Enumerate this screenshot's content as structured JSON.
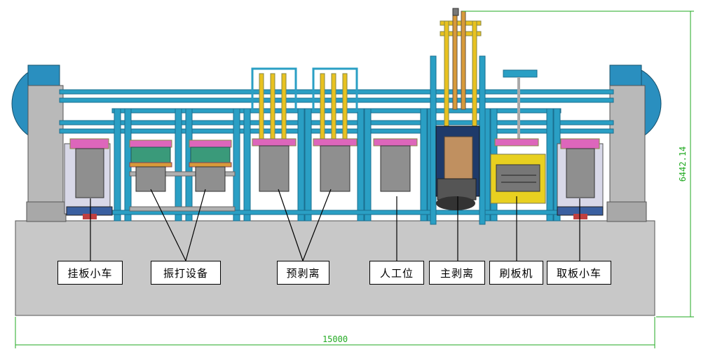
{
  "labels": {
    "hang_cart": "挂板小车",
    "vibrator": "振打设备",
    "pre_strip": "预剥离",
    "manual": "人工位",
    "main_strip": "主剥离",
    "brush": "刷板机",
    "take_cart": "取板小车"
  },
  "dimensions": {
    "width": "15000",
    "height": "6442.14"
  },
  "colors": {
    "frame": "#2a9fc4",
    "frame_dark": "#1a6f8f",
    "base": "#c8c8c8",
    "cathode": "#dd66bb",
    "plate": "#8f8f8f",
    "yellow": "#e8c220",
    "orange": "#d89a3a",
    "dimension": "#22aa22"
  }
}
